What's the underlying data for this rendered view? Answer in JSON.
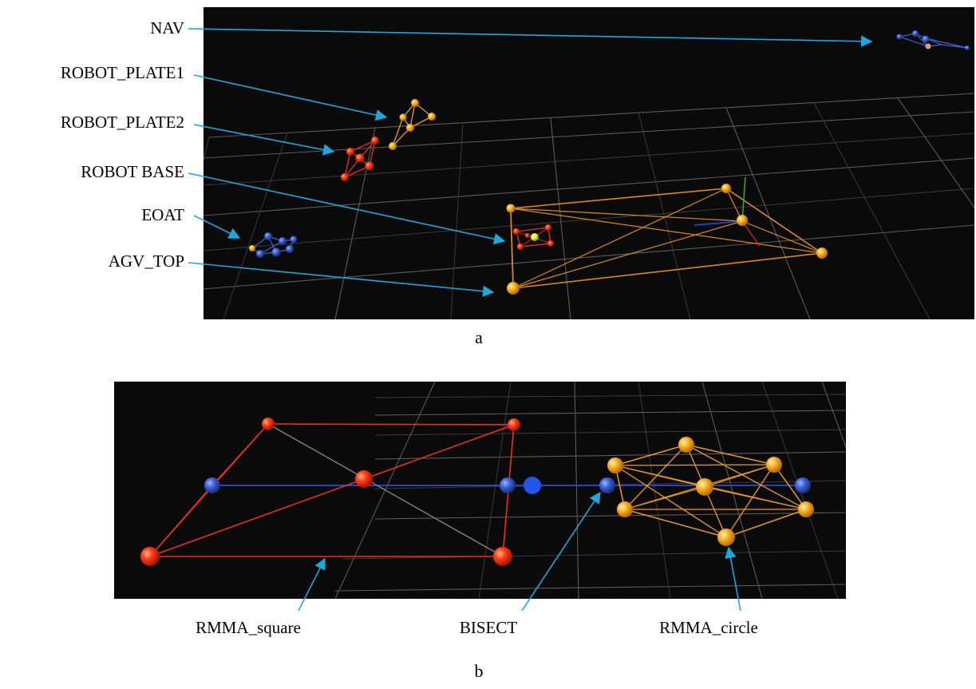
{
  "panel_a": {
    "caption": "a",
    "labels": {
      "nav": "NAV",
      "robot_plate1": "ROBOT_PLATE1",
      "robot_plate2": "ROBOT_PLATE2",
      "robot_base": "ROBOT BASE",
      "eoat": "EOAT",
      "agv_top": "AGV_TOP"
    }
  },
  "panel_b": {
    "caption": "b",
    "labels": {
      "rmma_square": "RMMA_square",
      "bisect": "BISECT",
      "rmma_circle": "RMMA_circle"
    }
  },
  "colors": {
    "background": "#0a0a0a",
    "arrow": "#1ea7df",
    "orange_marker": "#f5a623",
    "red_marker": "#ff3b14",
    "blue_marker": "#3d62d8",
    "yellow_marker": "#f4f02a"
  }
}
